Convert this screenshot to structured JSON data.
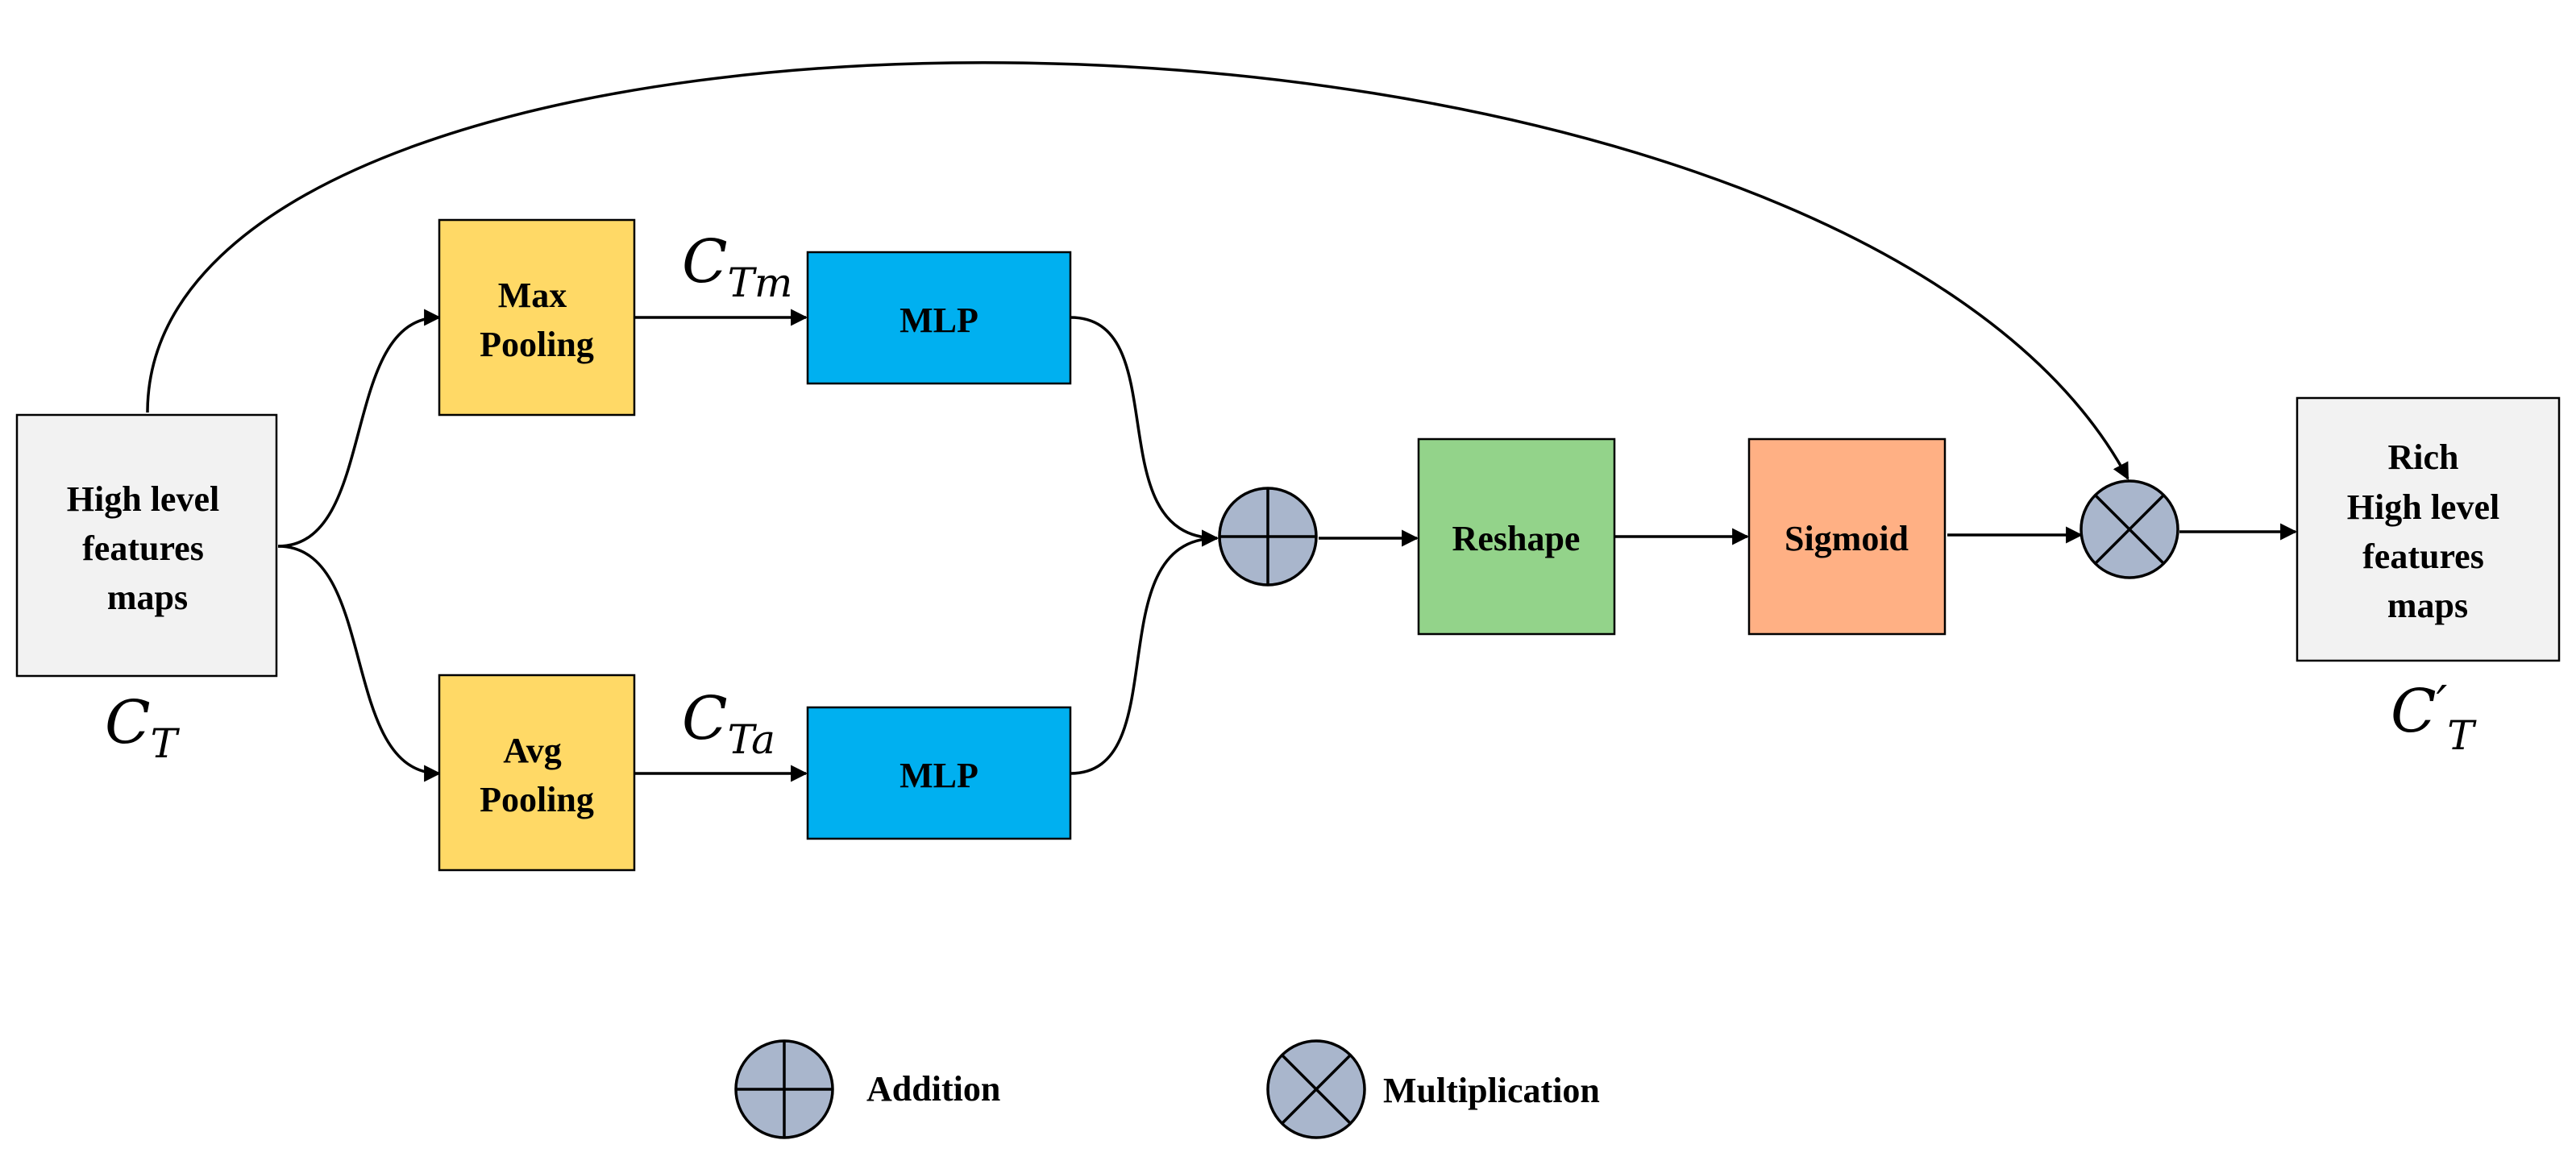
{
  "colors": {
    "input_box": "#f2f2f2",
    "pooling_box": "#ffd966",
    "mlp_box": "#00b0f0",
    "reshape_box": "#93d38a",
    "sigmoid_box": "#ffb084",
    "operator_circle": "#a9b6cc",
    "stroke": "#000000"
  },
  "nodes": {
    "input": {
      "lines": [
        "High level",
        "features",
        "maps"
      ]
    },
    "max_pool": {
      "lines": [
        "Max",
        "Pooling"
      ]
    },
    "avg_pool": {
      "lines": [
        "Avg",
        "Pooling"
      ]
    },
    "mlp_top": {
      "label": "MLP"
    },
    "mlp_bottom": {
      "label": "MLP"
    },
    "reshape": {
      "label": "Reshape"
    },
    "sigmoid": {
      "label": "Sigmoid"
    },
    "output": {
      "lines": [
        "Rich",
        "High level",
        "features",
        "maps"
      ]
    }
  },
  "math_labels": {
    "input": {
      "base": "C",
      "sub": "T",
      "prime": ""
    },
    "max_branch": {
      "base": "C",
      "sub": "Tm",
      "prime": ""
    },
    "avg_branch": {
      "base": "C",
      "sub": "Ta",
      "prime": ""
    },
    "output": {
      "base": "C",
      "sub": "T",
      "prime": "′"
    }
  },
  "operators": {
    "addition": {
      "icon": "circle-plus-icon"
    },
    "multiplication": {
      "icon": "circle-times-icon"
    }
  },
  "legend": {
    "addition_label": "Addition",
    "multiplication_label": "Multiplication"
  }
}
